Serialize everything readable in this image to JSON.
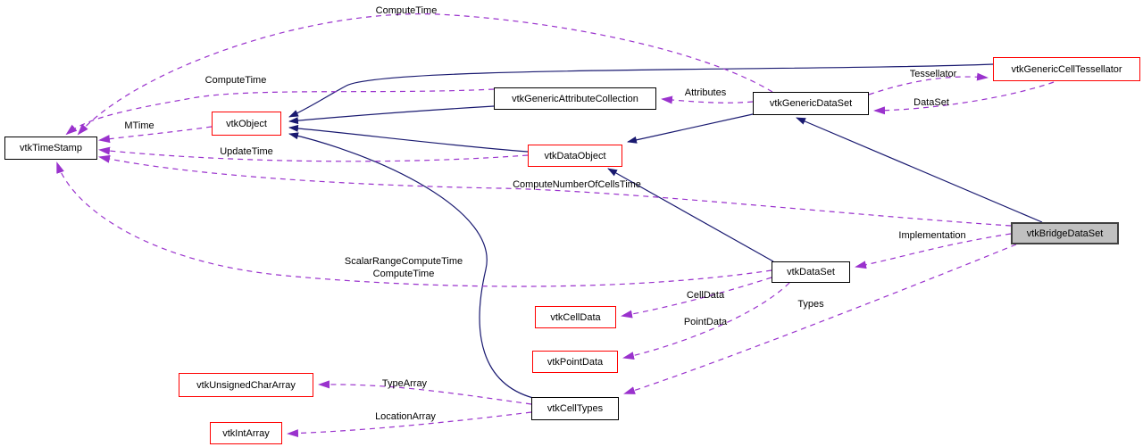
{
  "diagram": {
    "kind": "collaboration-graph",
    "focus_node": "vtkBridgeDataSet"
  },
  "colors": {
    "inheritance_edge": "#191970",
    "usage_edge": "#9a32cd",
    "node_border_default": "#000000",
    "node_border_external": "#ff0000",
    "focus_node_fill": "#c0c0c0",
    "node_fill": "#ffffff",
    "text": "#000000"
  },
  "nodes": [
    {
      "id": "vtkTimeStamp",
      "label": "vtkTimeStamp"
    },
    {
      "id": "vtkObject",
      "label": "vtkObject"
    },
    {
      "id": "vtkGenericAttributeCollection",
      "label": "vtkGenericAttributeCollection"
    },
    {
      "id": "vtkDataObject",
      "label": "vtkDataObject"
    },
    {
      "id": "vtkGenericDataSet",
      "label": "vtkGenericDataSet"
    },
    {
      "id": "vtkGenericCellTessellator",
      "label": "vtkGenericCellTessellator"
    },
    {
      "id": "vtkBridgeDataSet",
      "label": "vtkBridgeDataSet"
    },
    {
      "id": "vtkDataSet",
      "label": "vtkDataSet"
    },
    {
      "id": "vtkCellData",
      "label": "vtkCellData"
    },
    {
      "id": "vtkPointData",
      "label": "vtkPointData"
    },
    {
      "id": "vtkCellTypes",
      "label": "vtkCellTypes"
    },
    {
      "id": "vtkUnsignedCharArray",
      "label": "vtkUnsignedCharArray"
    },
    {
      "id": "vtkIntArray",
      "label": "vtkIntArray"
    }
  ],
  "edge_labels": {
    "compute_time_top": {
      "text": "ComputeTime"
    },
    "compute_time_attr": {
      "text": "ComputeTime"
    },
    "mtime": {
      "text": "MTime"
    },
    "update_time": {
      "text": "UpdateTime"
    },
    "attributes": {
      "text": "Attributes"
    },
    "tessellator": {
      "text": "Tessellator"
    },
    "dataset": {
      "text": "DataSet"
    },
    "compute_number_of_cells_time": {
      "text": "ComputeNumberOfCellsTime"
    },
    "implementation": {
      "text": "Implementation"
    },
    "scalar_range_line1": {
      "text": "ScalarRangeComputeTime"
    },
    "scalar_range_line2": {
      "text": "ComputeTime"
    },
    "cell_data": {
      "text": "CellData"
    },
    "point_data": {
      "text": "PointData"
    },
    "types": {
      "text": "Types"
    },
    "type_array": {
      "text": "TypeArray"
    },
    "location_array": {
      "text": "LocationArray"
    }
  },
  "edges": [
    {
      "from": "vtkGenericAttributeCollection",
      "to": "vtkObject",
      "kind": "inheritance"
    },
    {
      "from": "vtkDataObject",
      "to": "vtkObject",
      "kind": "inheritance"
    },
    {
      "from": "vtkGenericCellTessellator",
      "to": "vtkObject",
      "kind": "inheritance"
    },
    {
      "from": "vtkCellTypes",
      "to": "vtkObject",
      "kind": "inheritance"
    },
    {
      "from": "vtkGenericDataSet",
      "to": "vtkDataObject",
      "kind": "inheritance"
    },
    {
      "from": "vtkDataSet",
      "to": "vtkDataObject",
      "kind": "inheritance"
    },
    {
      "from": "vtkBridgeDataSet",
      "to": "vtkGenericDataSet",
      "kind": "inheritance"
    },
    {
      "from": "vtkObject",
      "to": "vtkTimeStamp",
      "kind": "usage",
      "label": "MTime"
    },
    {
      "from": "vtkDataObject",
      "to": "vtkTimeStamp",
      "kind": "usage",
      "label": "UpdateTime"
    },
    {
      "from": "vtkGenericDataSet",
      "to": "vtkTimeStamp",
      "kind": "usage",
      "label": "ComputeTime"
    },
    {
      "from": "vtkGenericAttributeCollection",
      "to": "vtkTimeStamp",
      "kind": "usage",
      "label": "ComputeTime"
    },
    {
      "from": "vtkBridgeDataSet",
      "to": "vtkTimeStamp",
      "kind": "usage",
      "label": "ComputeNumberOfCellsTime"
    },
    {
      "from": "vtkDataSet",
      "to": "vtkTimeStamp",
      "kind": "usage",
      "label": "ScalarRangeComputeTime / ComputeTime"
    },
    {
      "from": "vtkGenericDataSet",
      "to": "vtkGenericAttributeCollection",
      "kind": "usage",
      "label": "Attributes"
    },
    {
      "from": "vtkGenericDataSet",
      "to": "vtkGenericCellTessellator",
      "kind": "usage",
      "label": "Tessellator"
    },
    {
      "from": "vtkGenericCellTessellator",
      "to": "vtkGenericDataSet",
      "kind": "usage",
      "label": "DataSet"
    },
    {
      "from": "vtkBridgeDataSet",
      "to": "vtkDataSet",
      "kind": "usage",
      "label": "Implementation"
    },
    {
      "from": "vtkBridgeDataSet",
      "to": "vtkCellTypes",
      "kind": "usage",
      "label": "Types"
    },
    {
      "from": "vtkDataSet",
      "to": "vtkCellData",
      "kind": "usage",
      "label": "CellData"
    },
    {
      "from": "vtkDataSet",
      "to": "vtkPointData",
      "kind": "usage",
      "label": "PointData"
    },
    {
      "from": "vtkCellTypes",
      "to": "vtkUnsignedCharArray",
      "kind": "usage",
      "label": "TypeArray"
    },
    {
      "from": "vtkCellTypes",
      "to": "vtkIntArray",
      "kind": "usage",
      "label": "LocationArray"
    }
  ]
}
